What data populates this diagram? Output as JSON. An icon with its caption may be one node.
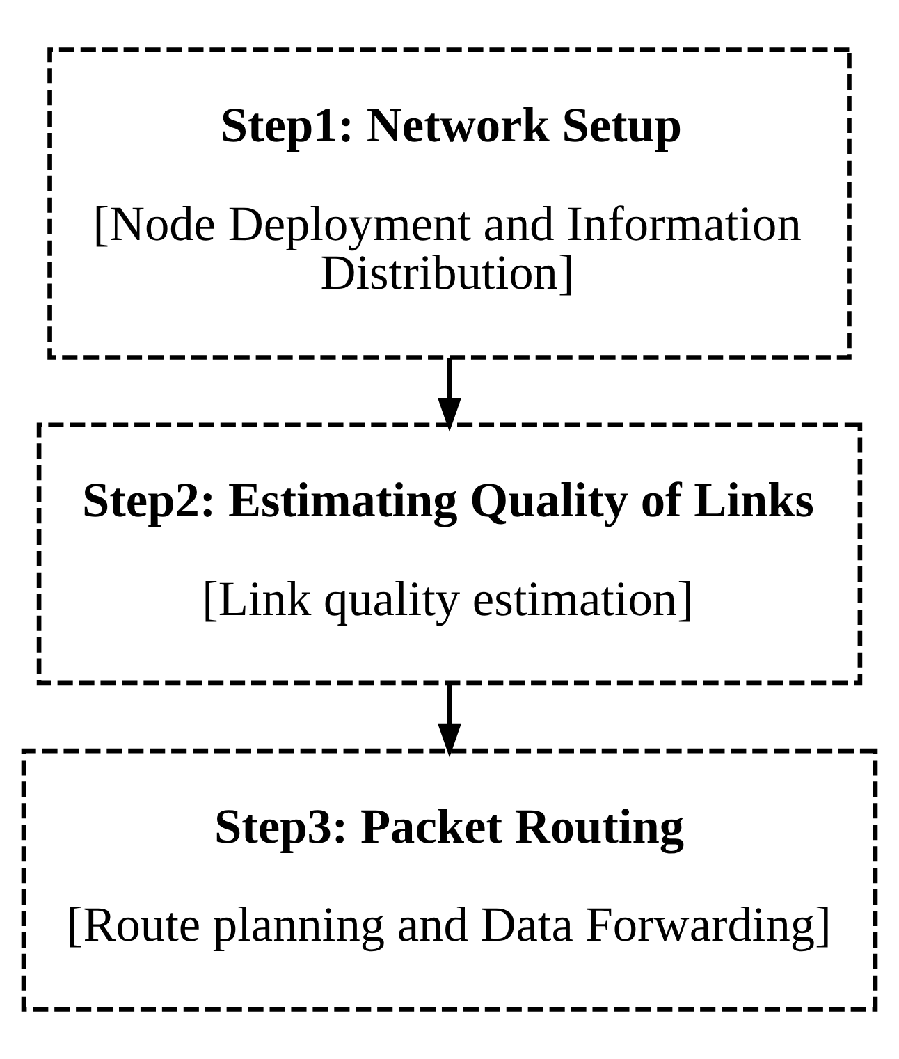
{
  "diagram": {
    "nodes": [
      {
        "text": [
          "Step1: Network Setup",
          "[Node Deployment and Information Distribution]"
        ]
      },
      {
        "text": [
          "Step2: Estimating Quality of Links",
          "[Link quality estimation]"
        ]
      },
      {
        "text": [
          "Step3: Packet Routing",
          "[Route planning and Data Forwarding]"
        ]
      }
    ],
    "edges": [
      {
        "from": 0,
        "to": 1,
        "arrow": "to"
      },
      {
        "from": 1,
        "to": 2,
        "arrow": "to"
      }
    ]
  }
}
